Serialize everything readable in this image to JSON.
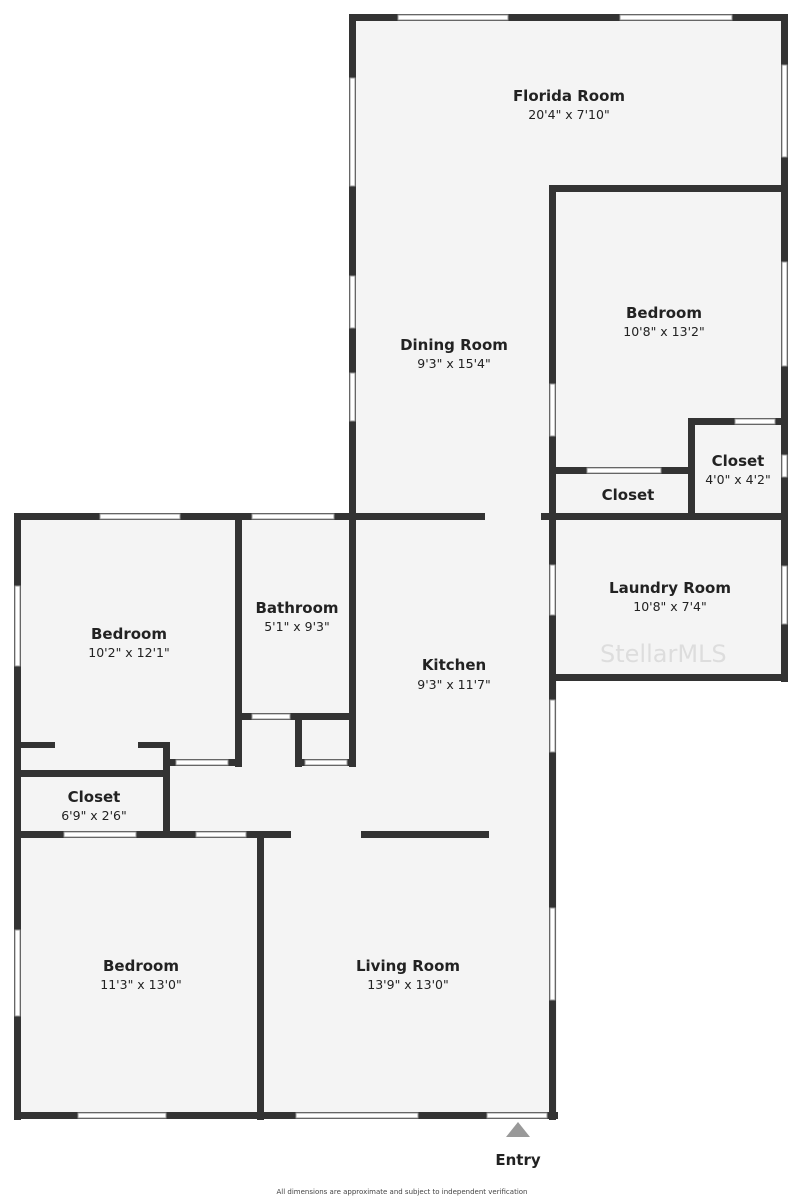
{
  "colors": {
    "floor": "#f4f4f4",
    "wall": "#333333",
    "window": "#ffffff"
  },
  "rooms": [
    {
      "name": "Florida Room",
      "dims": "20'4\" x 7'10\""
    },
    {
      "name": "Dining Room",
      "dims": "9'3\" x 15'4\""
    },
    {
      "name": "Bedroom",
      "dims": "10'8\" x 13'2\""
    },
    {
      "name": "Closet",
      "dims": "4'0\" x 4'2\""
    },
    {
      "name": "Closet",
      "dims": ""
    },
    {
      "name": "Laundry Room",
      "dims": "10'8\" x 7'4\""
    },
    {
      "name": "Bedroom",
      "dims": "10'2\" x 12'1\""
    },
    {
      "name": "Bathroom",
      "dims": "5'1\" x 9'3\""
    },
    {
      "name": "Kitchen",
      "dims": "9'3\" x 11'7\""
    },
    {
      "name": "Closet",
      "dims": "6'9\" x 2'6\""
    },
    {
      "name": "Bedroom",
      "dims": "11'3\" x 13'0\""
    },
    {
      "name": "Living Room",
      "dims": "13'9\" x 13'0\""
    }
  ],
  "entry_label": "Entry",
  "watermark": "StellarMLS",
  "footer": "All dimensions are approximate and subject to independent verification"
}
